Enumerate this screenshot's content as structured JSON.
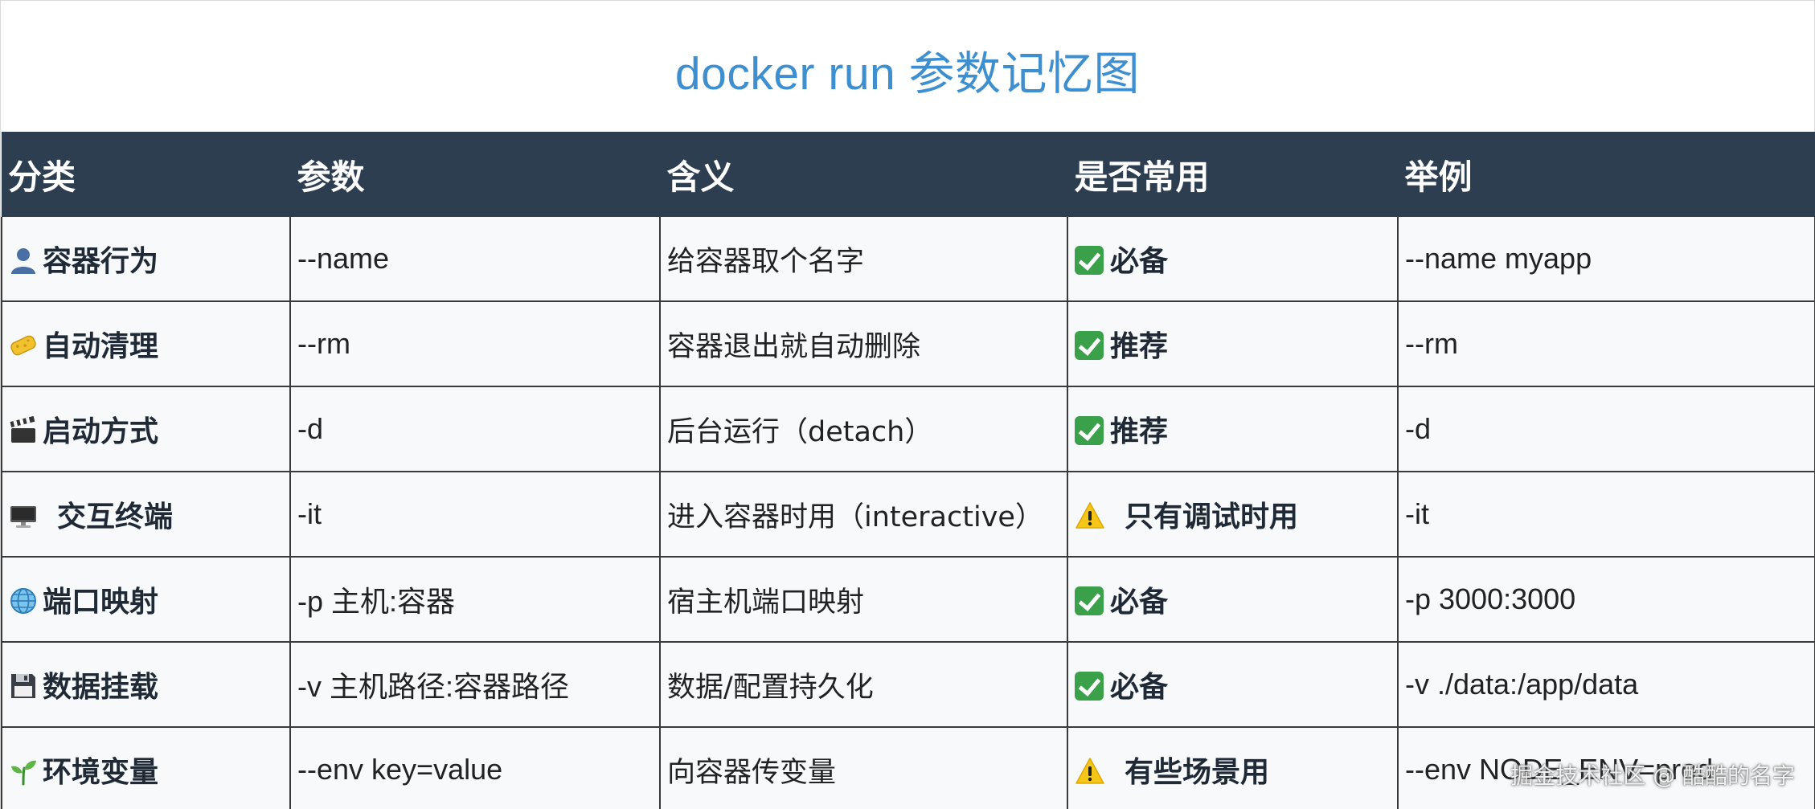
{
  "title": "docker run 参数记忆图",
  "headers": [
    "分类",
    "参数",
    "含义",
    "是否常用",
    "举例"
  ],
  "rows": [
    {
      "icon": "person-icon",
      "category": "容器行为",
      "param": "--name",
      "meaning": "给容器取个名字",
      "usage_icon": "check-icon",
      "usage": "必备",
      "example": "--name myapp"
    },
    {
      "icon": "sponge-icon",
      "category": "自动清理",
      "param": "--rm",
      "meaning": "容器退出就自动删除",
      "usage_icon": "check-icon",
      "usage": "推荐",
      "example": "--rm"
    },
    {
      "icon": "clapper-icon",
      "category": "启动方式",
      "param": "-d",
      "meaning": "后台运行（detach）",
      "usage_icon": "check-icon",
      "usage": "推荐",
      "example": "-d"
    },
    {
      "icon": "monitor-icon",
      "category": "交互终端",
      "param": "-it",
      "meaning": "进入容器时用（interactive）",
      "usage_icon": "warning-icon",
      "usage": "只有调试时用",
      "example": "-it"
    },
    {
      "icon": "globe-icon",
      "category": "端口映射",
      "param": "-p 主机:容器",
      "meaning": "宿主机端口映射",
      "usage_icon": "check-icon",
      "usage": "必备",
      "example": "-p 3000:3000"
    },
    {
      "icon": "floppy-disk-icon",
      "category": "数据挂载",
      "param": "-v 主机路径:容器路径",
      "meaning": "数据/配置持久化",
      "usage_icon": "check-icon",
      "usage": "必备",
      "example": "-v ./data:/app/data"
    },
    {
      "icon": "seedling-icon",
      "category": "环境变量",
      "param": "--env key=value",
      "meaning": "向容器传变量",
      "usage_icon": "warning-icon",
      "usage": "有些场景用",
      "example": "--env NODE_ENV=prod"
    }
  ],
  "watermark": "掘金技术社区 @ 酷酷的名字",
  "colors": {
    "title": "#3d8fd0",
    "header_bg": "#2c3e50",
    "cell_bg": "#f7f9fb",
    "check": "#3aa04a",
    "warning": "#f5c518"
  }
}
